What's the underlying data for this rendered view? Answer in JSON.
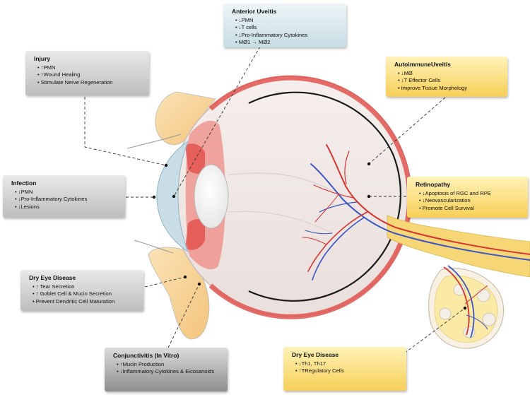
{
  "boxes": {
    "anterior_uveitis": {
      "title": "Anterior Uveitis",
      "items": [
        "↓PMN",
        "↓T cells",
        "↓Pro-Inflammatory Cytokines",
        "MØ1 → MØ2"
      ]
    },
    "injury": {
      "title": "Injury",
      "items": [
        "↑PMN",
        "↑Wound Healing",
        "Stimulate Nerve Regeneration"
      ]
    },
    "autoimmune_uveitis": {
      "title": "AutoimmuneUveitis",
      "items": [
        "↓MØ",
        "↓T Effector Cells",
        "Improve Tissue Morphology"
      ]
    },
    "infection": {
      "title": "Infection",
      "items": [
        "↓PMN",
        "↓Pro-Inflammatory Cytokines",
        "↓Lesions"
      ]
    },
    "retinopathy": {
      "title": "Retinopathy",
      "items": [
        "↓Apoptosis of RGC and RPE",
        "↓Neovascularization",
        "Promote Cell Survival"
      ]
    },
    "dry_eye_left": {
      "title": "Dry Eye Disease",
      "items": [
        "↑ Tear Secretion",
        "↑ Goblet Cell & Mucin Secretion",
        "Prevent Dendritic Cell Maturation"
      ]
    },
    "conjunctivitis": {
      "title": "Conjunctivitis (In Vitro)",
      "items": [
        "↑Mucin Production",
        "↓Inflammatory Cytokines & Eicosanoids"
      ]
    },
    "dry_eye_right": {
      "title": "Dry Eye Disease",
      "items": [
        "↓Th1, Th17",
        "↑TRegulatory Cells"
      ]
    }
  },
  "colors": {
    "grey_box": "#d3d3d3",
    "light_blue_box": "#d8e8ee",
    "yellow_box": "#fbd96e",
    "dark_grey_box": "#b0b0b0",
    "sclera": "#f4ecea",
    "choroid_red": "#e0534f",
    "retina_black": "#1a1a1a",
    "eyelid_skin": "#f8d49a",
    "cornea_blue": "#c9dde6",
    "optic_nerve": "#f7d775",
    "artery": "#d9332f",
    "vein": "#3a55c4"
  }
}
